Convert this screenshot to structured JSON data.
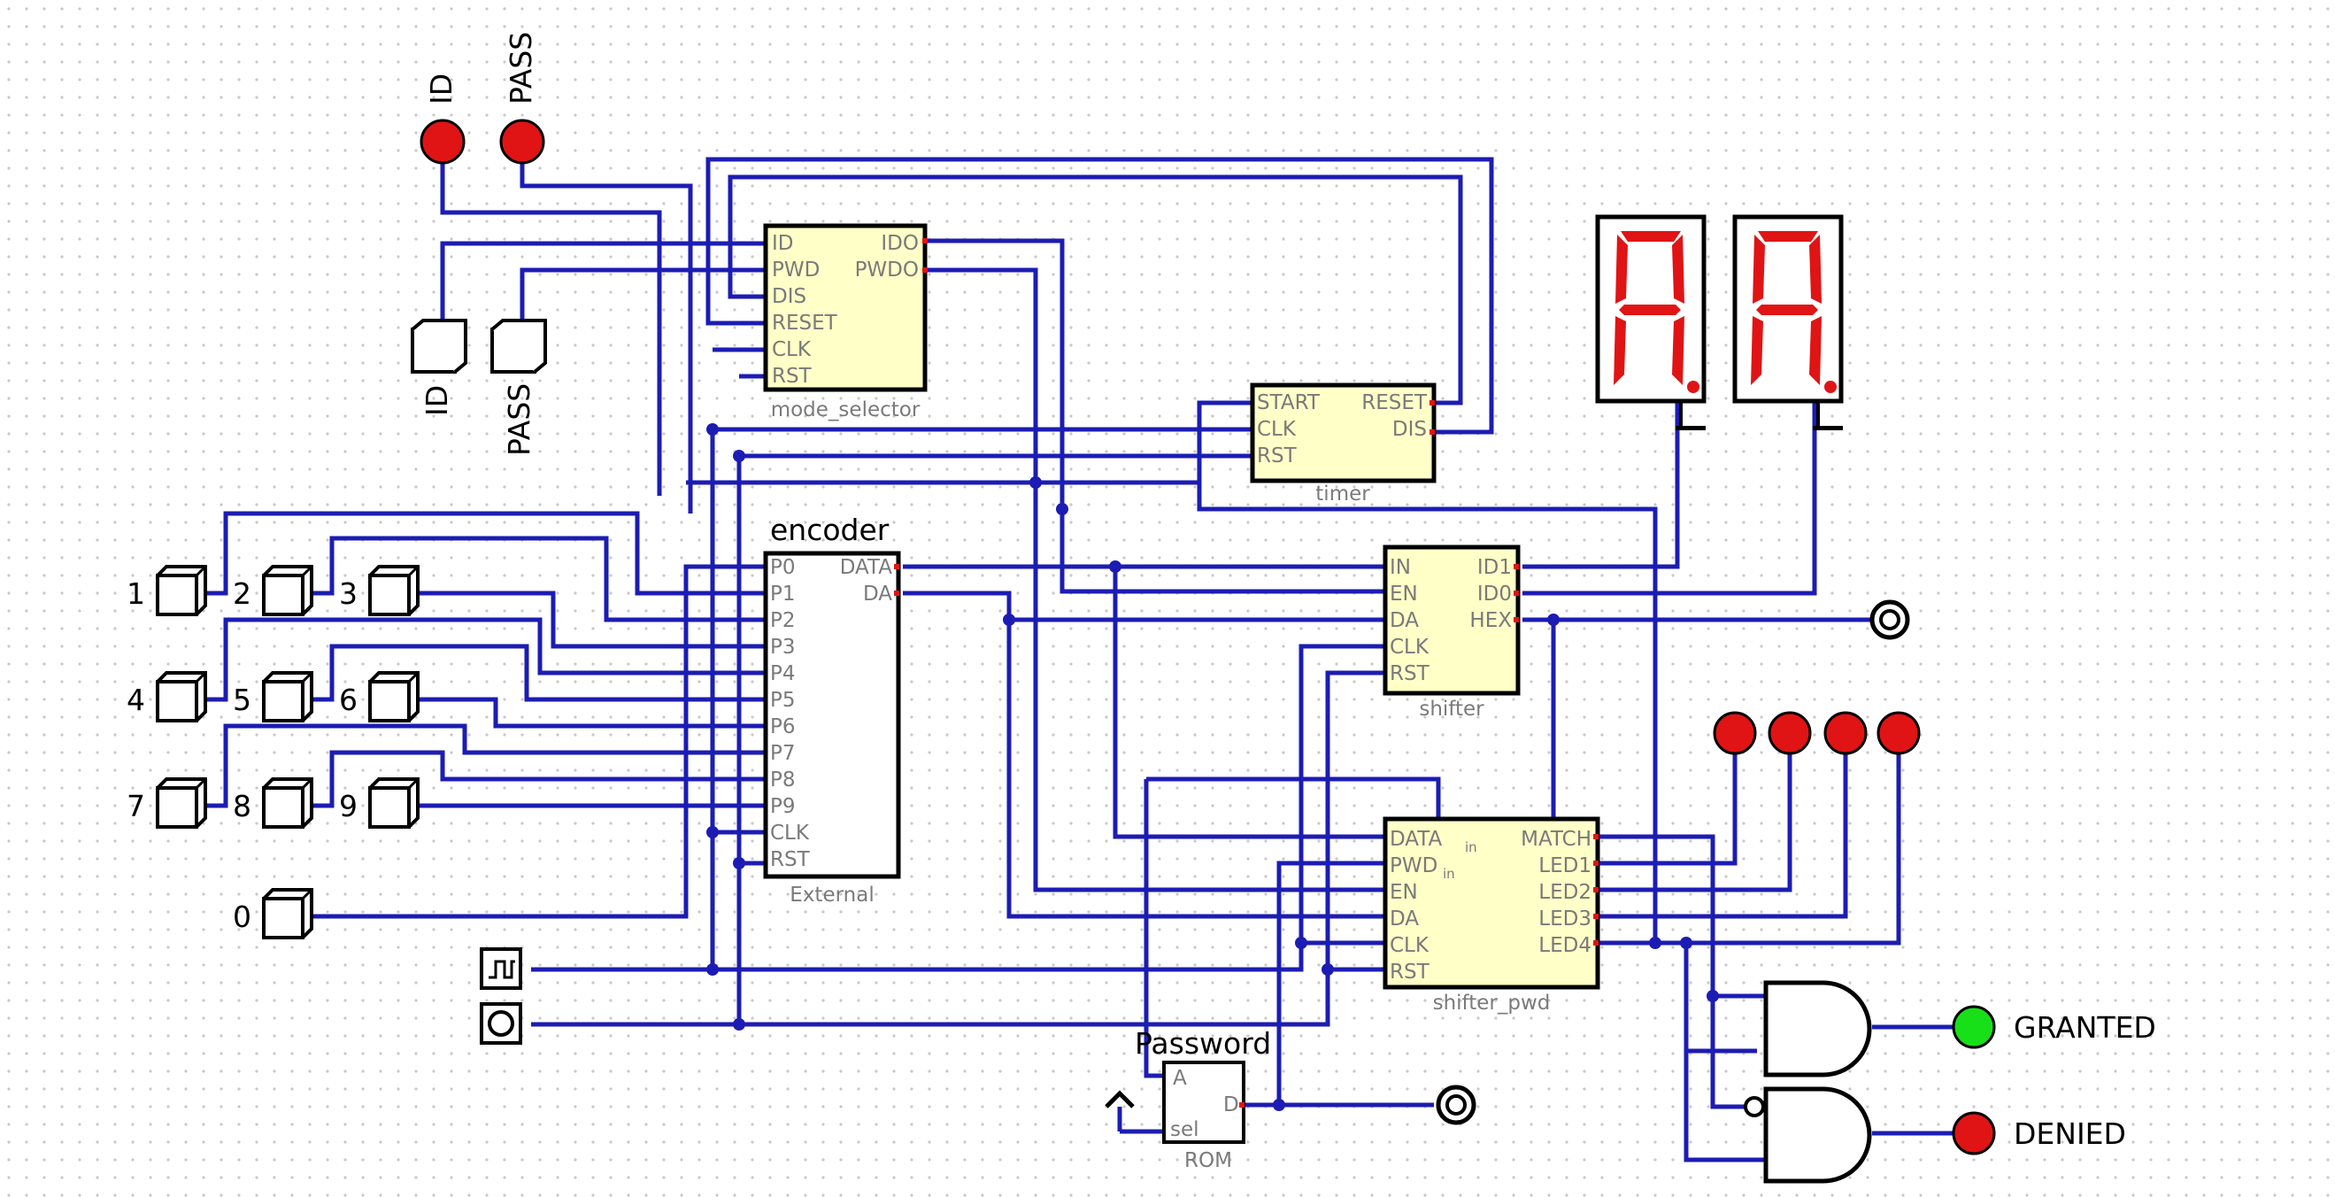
{
  "inputs": {
    "id_label": "ID",
    "pass_label": "PASS"
  },
  "keypad": {
    "keys": [
      "1",
      "2",
      "3",
      "4",
      "5",
      "6",
      "7",
      "8",
      "9",
      "0"
    ]
  },
  "mode_selector": {
    "caption": "mode_selector",
    "in_ports": [
      "ID",
      "PWD",
      "DIS",
      "RESET",
      "CLK",
      "RST"
    ],
    "out_ports": [
      "IDO",
      "PWDO"
    ]
  },
  "timer": {
    "caption": "timer",
    "in_ports": [
      "START",
      "CLK",
      "RST"
    ],
    "out_ports": [
      "RESET",
      "DIS"
    ]
  },
  "encoder": {
    "title": "encoder",
    "caption": "External",
    "in_ports": [
      "P0",
      "P1",
      "P2",
      "P3",
      "P4",
      "P5",
      "P6",
      "P7",
      "P8",
      "P9",
      "CLK",
      "RST"
    ],
    "out_ports": [
      "DATA",
      "DA"
    ]
  },
  "shifter": {
    "caption": "shifter",
    "in_ports": [
      "IN",
      "EN",
      "DA",
      "CLK",
      "RST"
    ],
    "out_ports": [
      "ID1",
      "ID0",
      "HEX"
    ]
  },
  "shifter_pwd": {
    "caption": "shifter_pwd",
    "in_ports": [
      "DATA",
      "PWD",
      "EN",
      "DA",
      "CLK",
      "RST"
    ],
    "in_sub": "in",
    "out_ports": [
      "MATCH",
      "LED1",
      "LED2",
      "LED3",
      "LED4"
    ]
  },
  "rom": {
    "title": "Password",
    "caption": "ROM",
    "port_a": "A",
    "port_d": "D",
    "port_sel": "sel"
  },
  "outputs": {
    "granted_label": "GRANTED",
    "denied_label": "DENIED"
  },
  "colors": {
    "wire": "#1c1cb4",
    "component_fill": "#ffffc8",
    "led_red": "#e01414",
    "led_green": "#18c818"
  }
}
